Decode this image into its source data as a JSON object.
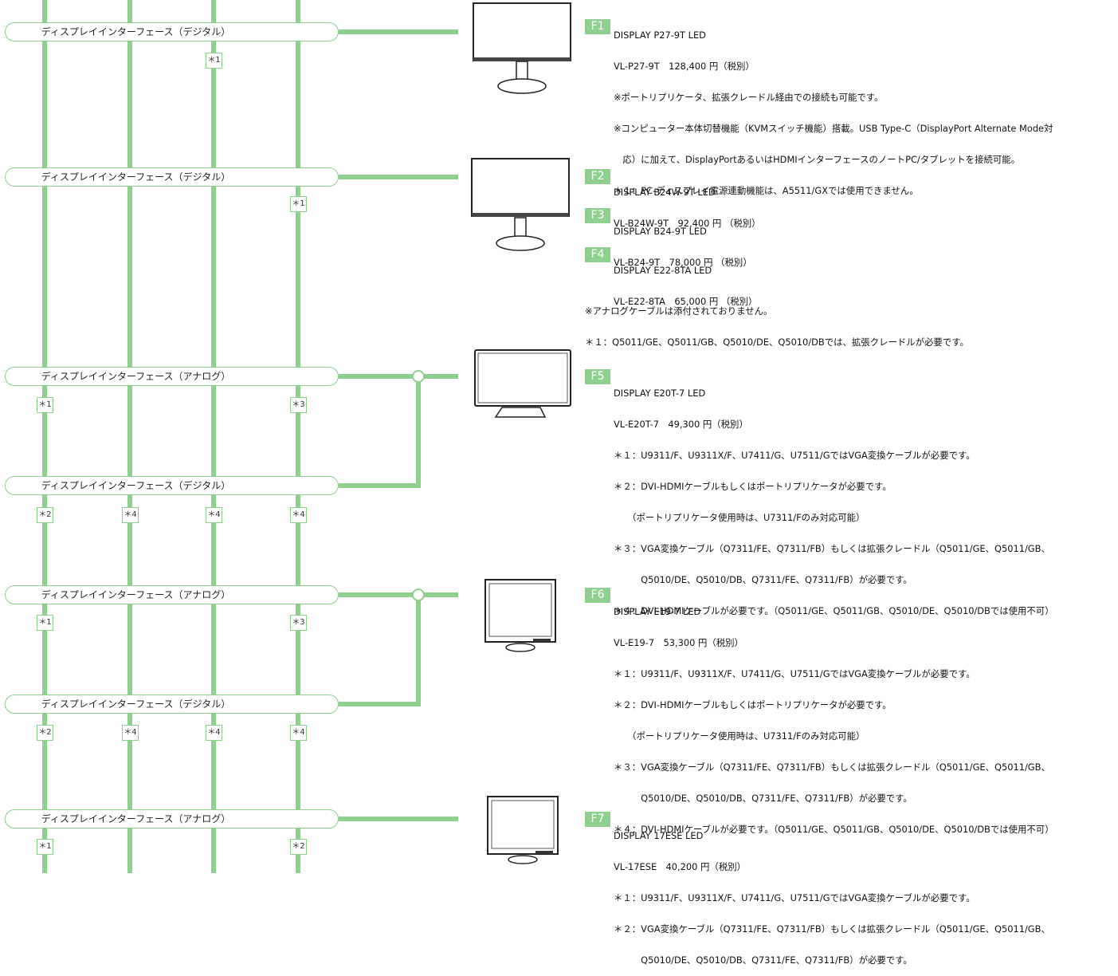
{
  "bars": [
    "ディスプレイインターフェース（デジタル）",
    "ディスプレイインターフェース（デジタル）",
    "ディスプレイインターフェース（アナログ）",
    "ディスプレイインターフェース（デジタル）",
    "ディスプレイインターフェース（アナログ）",
    "ディスプレイインターフェース（デジタル）",
    "ディスプレイインターフェース（アナログ）"
  ],
  "footnote_marks": [
    "＊1",
    "＊2",
    "＊3",
    "＊4"
  ],
  "products": [
    {
      "badge": "F1",
      "lines": [
        "DISPLAY P27-9T LED",
        "VL-P27-9T　128,400 円（税別）",
        "※ポートリプリケータ、拡張クレードル経由での接続も可能です。",
        "※コンピューター本体切替機能（KVMスイッチ機能）搭載。USB Type-C（DisplayPort Alternate Mode対",
        "　応）に加えて、DisplayPortあるいはHDMIインターフェースのノートPC/タブレットを接続可能。",
        "＊１：PC-ディスプレイ電源連動機能は、A5511/GXでは使用できません。"
      ]
    },
    {
      "badge": "F2",
      "lines": [
        "DISPLAY B24W-9T LED",
        "VL-B24W-9T　92,400 円 （税別）"
      ]
    },
    {
      "badge": "F3",
      "lines": [
        "DISPLAY B24-9T LED",
        "VL-B24-9T　78,000 円 （税別）"
      ]
    },
    {
      "badge": "F4",
      "lines": [
        "DISPLAY E22-8TA LED",
        "VL-E22-8TA　65,000 円 （税別）"
      ]
    },
    {
      "badge": "F5",
      "lines": [
        "DISPLAY E20T-7 LED",
        "VL-E20T-7　49,300 円（税別）",
        "＊１：U9311/F、U9311X/F、U7411/G、U7511/GではVGA変換ケーブルが必要です。",
        "＊２：DVI-HDMIケーブルもしくはポートリプリケータが必要です。",
        "　　（ポートリプリケータ使用時は、U7311/Fのみ対応可能）",
        "＊３：VGA変換ケーブル（Q7311/FE、Q7311/FB）もしくは拡張クレードル（Q5011/GE、Q5011/GB、",
        "　　　Q5010/DE、Q5010/DB、Q7311/FE、Q7311/FB）が必要です。",
        "＊４：DVI-HDMIケーブルが必要です。（Q5011/GE、Q5011/GB、Q5010/DE、Q5010/DBでは使用不可）"
      ]
    },
    {
      "badge": "F6",
      "lines": [
        "DISPLAY E19-7 LED",
        "VL-E19-7　53,300 円（税別）",
        "＊１：U9311/F、U9311X/F、U7411/G、U7511/GではVGA変換ケーブルが必要です。",
        "＊２：DVI-HDMIケーブルもしくはポートリプリケータが必要です。",
        "　　（ポートリプリケータ使用時は、U7311/Fのみ対応可能）",
        "＊３：VGA変換ケーブル（Q7311/FE、Q7311/FB）もしくは拡張クレードル（Q5011/GE、Q5011/GB、",
        "　　　Q5010/DE、Q5010/DB、Q7311/FE、Q7311/FB）が必要です。",
        "＊４：DVI-HDMIケーブルが必要です。（Q5011/GE、Q5011/GB、Q5010/DE、Q5010/DBでは使用不可）"
      ]
    },
    {
      "badge": "F7",
      "lines": [
        "DISPLAY 17ESE LED",
        "VL-17ESE　40,200 円（税別）",
        "＊１：U9311/F、U9311X/F、U7411/G、U7511/GではVGA変換ケーブルが必要です。",
        "＊２：VGA変換ケーブル（Q7311/FE、Q7311/FB）もしくは拡張クレードル（Q5011/GE、Q5011/GB、",
        "　　　Q5010/DE、Q5010/DB、Q7311/FE、Q7311/FB）が必要です。"
      ]
    }
  ],
  "notes_group2": [
    "※アナログケーブルは添付されておりません。",
    "＊１：Q5011/GE、Q5011/GB、Q5010/DE、Q5010/DBでは、拡張クレードルが必要です。"
  ],
  "colors": {
    "line": "#8fd08f",
    "badge": "#8fd08f"
  }
}
